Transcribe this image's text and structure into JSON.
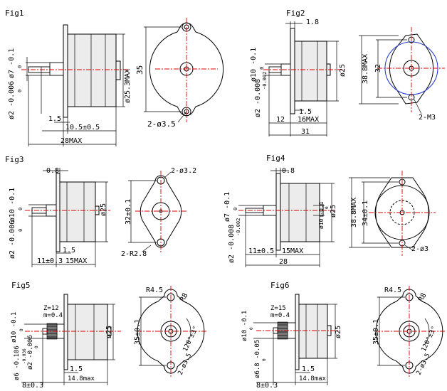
{
  "fig1": {
    "label": "Fig1",
    "dim_shaft_dia": "ø2 -0.006",
    "dim_shaft_tol": "0",
    "dim_boss_dia": "ø7 -0.1",
    "dim_boss_tol": "0",
    "dim_body_dia": "ø25.3MAX",
    "dim_flange_thk": "1.5",
    "dim_shaft_len": "10.5±0.5",
    "dim_total_len": "28MAX",
    "dim_height": "35",
    "dim_holes": "2-ø3.5"
  },
  "fig2": {
    "label": "Fig2",
    "dim_top": "1.8",
    "dim_boss_dia": "ø10 -0.1",
    "dim_boss_tol": "0",
    "dim_shaft_dia": "ø2 -0.008",
    "dim_shaft_tol": "-0.002",
    "dim_body_dia": "ø25",
    "dim_flange_thk": "1.5",
    "dim_shaft_len": "12",
    "dim_body_len": "16MAX",
    "dim_total_len": "31",
    "dim_height_max": "38.8MAX",
    "dim_height": "32",
    "dim_holes": "2-M3"
  },
  "fig3": {
    "label": "Fig3",
    "dim_top": "0.8",
    "dim_boss_dia": "ø10 -0.1",
    "dim_boss_tol": "0",
    "dim_shaft_dia": "ø2 -0.006",
    "dim_shaft_tol": "0",
    "dim_body_dia": "ø25",
    "dim_flange_thk": "1.5",
    "dim_shaft_len": "11±0.3",
    "dim_body_len": "15MAX",
    "dim_height": "32±0.1",
    "dim_holes": "2-ø3.2",
    "dim_radius": "2-R2.8"
  },
  "fig4": {
    "label": "Fig4",
    "dim_top": "0.8",
    "dim_boss_dia": "ø7 -0.1",
    "dim_boss_tol": "0",
    "dim_shaft_dia": "ø2 -0.008",
    "dim_shaft_tol": "-0.002",
    "dim_body_dia": "ø25",
    "dim_inner_dia": "ø10 -0.1",
    "dim_inner_tol": "0",
    "dim_shaft_len": "11±0.5",
    "dim_body_len": "15MAX",
    "dim_total_len": "28",
    "dim_height_max": "38.8MAX",
    "dim_height": "34±0.1",
    "dim_holes": "2-ø3"
  },
  "fig5": {
    "label": "Fig5",
    "dim_gear_z": "Z=12",
    "dim_gear_m": "m=0.4",
    "dim_boss_dia": "ø10 -0.1",
    "dim_boss_tol": "0",
    "dim_gear_dia": "ø6 -0.106",
    "dim_gear_tol": "-0.036",
    "dim_shaft_dia": "ø2 -0.006",
    "dim_shaft_tol": "0",
    "dim_body_dia": "ø25",
    "dim_flange_thk": "1.5",
    "dim_shaft_len": "8±0.3",
    "dim_body_len": "14.8max",
    "dim_height": "35±0.1",
    "dim_r_outer": "R4.5",
    "dim_r_hole": "R8",
    "dim_angle": "120°±3°",
    "dim_holes": "2-ø3.5"
  },
  "fig6": {
    "label": "Fig6",
    "dim_gear_z": "Z=15",
    "dim_gear_m": "m=0.4",
    "dim_boss_dia": "ø10 -0.1",
    "dim_boss_tol": "0",
    "dim_gear_dia": "ø6.8 -0.05",
    "dim_gear_tol": "0",
    "dim_body_dia": "ø25",
    "dim_flange_thk": "1.5",
    "dim_shaft_len": "8±0.3",
    "dim_body_len": "14.8max",
    "dim_height": "35±0.1",
    "dim_r_outer": "R4.5",
    "dim_r_hole": "R8",
    "dim_angle": "120°±3°",
    "dim_holes": "2-ø3.5"
  }
}
